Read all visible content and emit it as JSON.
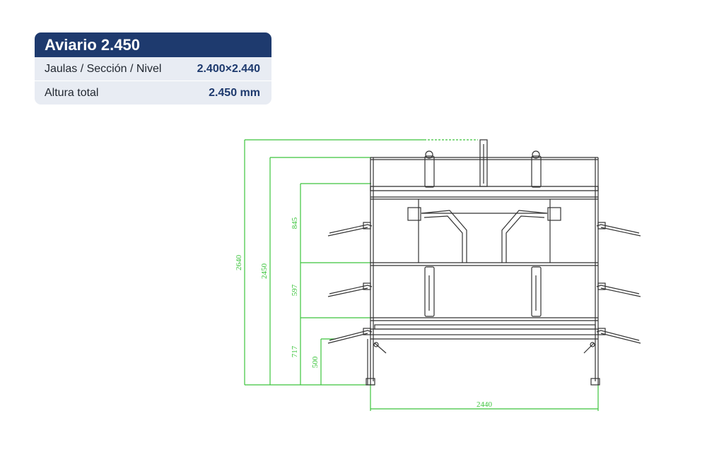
{
  "spec": {
    "title": "Aviario 2.450",
    "rows": [
      {
        "label": "Jaulas / Sección / Nivel",
        "value": "2.400×2.440"
      },
      {
        "label": "Altura total",
        "value": "2.450 mm"
      }
    ]
  },
  "drawing": {
    "dimensions": {
      "overall_height": "2640",
      "frame_height": "2450",
      "upper_level": "845",
      "middle_level": "597",
      "lower_level": "717",
      "floor_clearance": "500",
      "width": "2440"
    },
    "colors": {
      "dimension": "#3cc43c",
      "structure": "#333333"
    }
  }
}
